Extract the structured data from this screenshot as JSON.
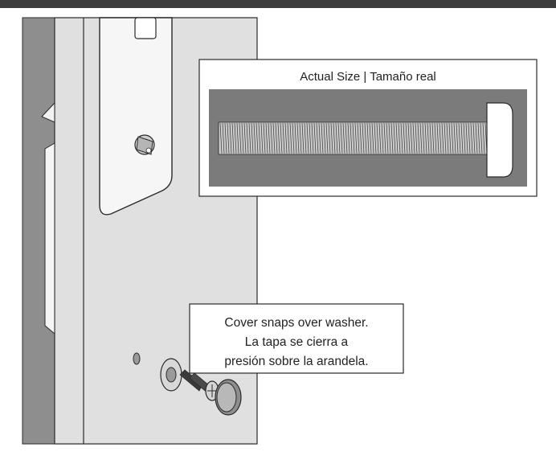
{
  "colors": {
    "header_bar": "#3d3d3d",
    "door_edge_dark": "#8e8e8e",
    "door_face": "#e0e0e0",
    "panel_gray": "#7b7b7b",
    "outline": "#2a2a2a"
  },
  "icons": {
    "screw": "screw-icon",
    "washer": "washer-icon",
    "cover": "cover-cap-icon",
    "cylinder": "lock-cylinder-icon"
  },
  "actual_size_box": {
    "title": "Actual Size | Tamaño real"
  },
  "callout": {
    "line_en": "Cover snaps over washer.",
    "line_es_1": "La tapa se cierra a",
    "line_es_2": "presión sobre la arandela."
  }
}
